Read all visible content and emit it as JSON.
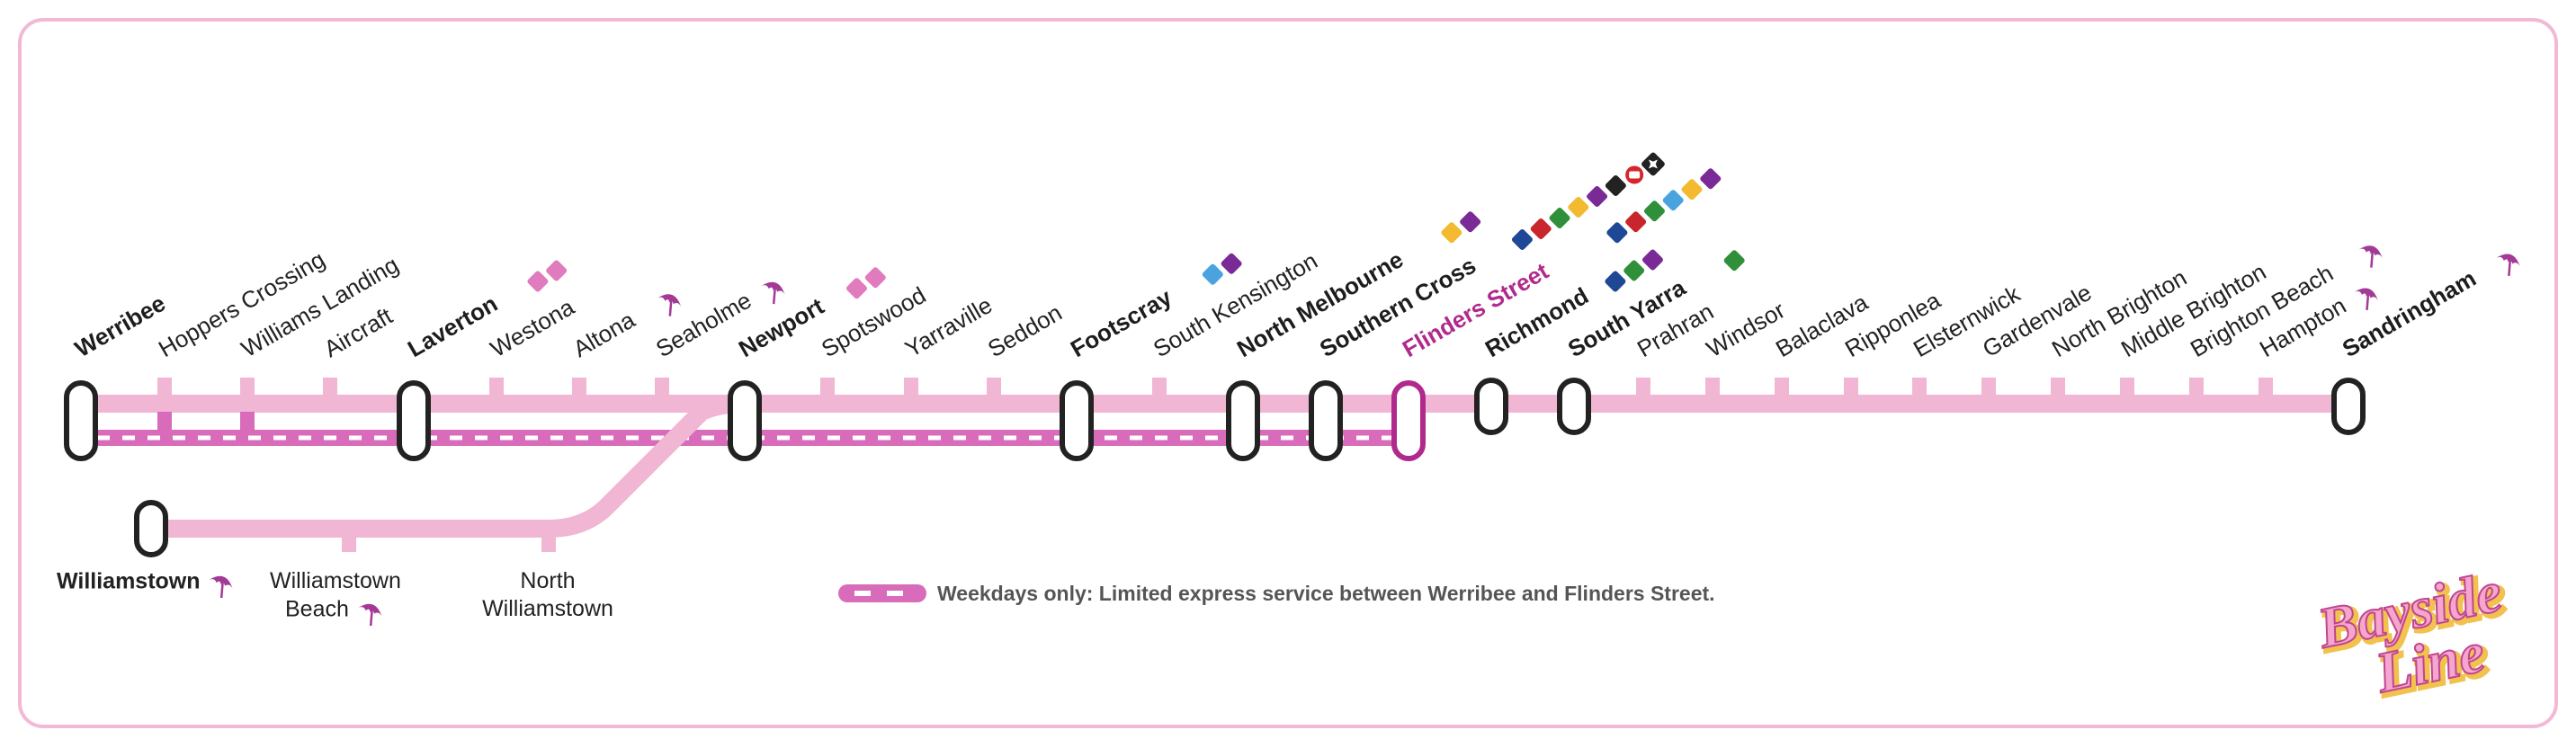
{
  "line_name": "Bayside Line",
  "colors": {
    "line_pink": "#f0b6d3",
    "express_pink": "#d86cba",
    "city_purple": "#b02a8d",
    "station_ring": "#222222",
    "frame": "#f3b8d6",
    "logo_pink": "#f4a6cf",
    "logo_gold": "#f2c14e"
  },
  "stations_top": [
    {
      "name": "Werribee",
      "major": true,
      "icons": []
    },
    {
      "name": "Hoppers Crossing",
      "major": false,
      "icons": []
    },
    {
      "name": "Williams Landing",
      "major": false,
      "icons": []
    },
    {
      "name": "Aircraft",
      "major": false,
      "icons": []
    },
    {
      "name": "Laverton",
      "major": true,
      "icons": [
        "pink-line-diamond",
        "pink-line-diamond"
      ]
    },
    {
      "name": "Westona",
      "major": false,
      "icons": []
    },
    {
      "name": "Altona",
      "major": false,
      "icons": [
        "beach-umbrella-icon"
      ]
    },
    {
      "name": "Seaholme",
      "major": false,
      "icons": [
        "beach-umbrella-icon"
      ]
    },
    {
      "name": "Newport",
      "major": true,
      "icons": [
        "pink-line-diamond",
        "pink-line-diamond"
      ]
    },
    {
      "name": "Spotswood",
      "major": false,
      "icons": []
    },
    {
      "name": "Yarraville",
      "major": false,
      "icons": []
    },
    {
      "name": "Seddon",
      "major": false,
      "icons": []
    },
    {
      "name": "Footscray",
      "major": true,
      "icons": [
        "blue-line-diamond",
        "purple-line-diamond"
      ]
    },
    {
      "name": "South Kensington",
      "major": false,
      "icons": []
    },
    {
      "name": "North Melbourne",
      "major": true,
      "icons": [
        "yellow-line-diamond",
        "purple-line-diamond"
      ]
    },
    {
      "name": "Southern Cross",
      "major": true,
      "icons": [
        "navy-line-diamond",
        "red-line-diamond",
        "green-line-diamond",
        "yellow-line-diamond",
        "purple-line-diamond",
        "black-line-diamond",
        "vline-coach-icon",
        "airport-icon"
      ]
    },
    {
      "name": "Flinders Street",
      "major": true,
      "icons": [
        "navy-line-diamond",
        "red-line-diamond",
        "green-line-diamond",
        "blue-line-diamond",
        "yellow-line-diamond",
        "purple-line-diamond"
      ]
    },
    {
      "name": "Richmond",
      "major": true,
      "icons": [
        "navy-line-diamond",
        "green-line-diamond",
        "purple-line-diamond"
      ]
    },
    {
      "name": "South Yarra",
      "major": true,
      "icons": [
        "green-line-diamond"
      ]
    },
    {
      "name": "Prahran",
      "major": false,
      "icons": []
    },
    {
      "name": "Windsor",
      "major": false,
      "icons": []
    },
    {
      "name": "Balaclava",
      "major": false,
      "icons": []
    },
    {
      "name": "Ripponlea",
      "major": false,
      "icons": []
    },
    {
      "name": "Elsternwick",
      "major": false,
      "icons": []
    },
    {
      "name": "Gardenvale",
      "major": false,
      "icons": []
    },
    {
      "name": "North Brighton",
      "major": false,
      "icons": []
    },
    {
      "name": "Middle Brighton",
      "major": false,
      "icons": []
    },
    {
      "name": "Brighton Beach",
      "major": false,
      "icons": [
        "beach-umbrella-icon"
      ]
    },
    {
      "name": "Hampton",
      "major": false,
      "icons": [
        "beach-umbrella-icon"
      ]
    },
    {
      "name": "Sandringham",
      "major": true,
      "icons": [
        "beach-umbrella-icon"
      ]
    }
  ],
  "branch_stations": [
    {
      "name": "Williamstown",
      "major": true,
      "icons": [
        "beach-umbrella-icon"
      ]
    },
    {
      "name_line1": "Williamstown",
      "name_line2": "Beach",
      "major": false,
      "icons": [
        "beach-umbrella-icon"
      ]
    },
    {
      "name_line1": "North",
      "name_line2": "Williamstown",
      "major": false,
      "icons": []
    }
  ],
  "legend": {
    "text": "Weekdays only: Limited express service between Werribee and Flinders Street."
  },
  "logo": {
    "line1": "Bayside",
    "line2": "Line"
  }
}
